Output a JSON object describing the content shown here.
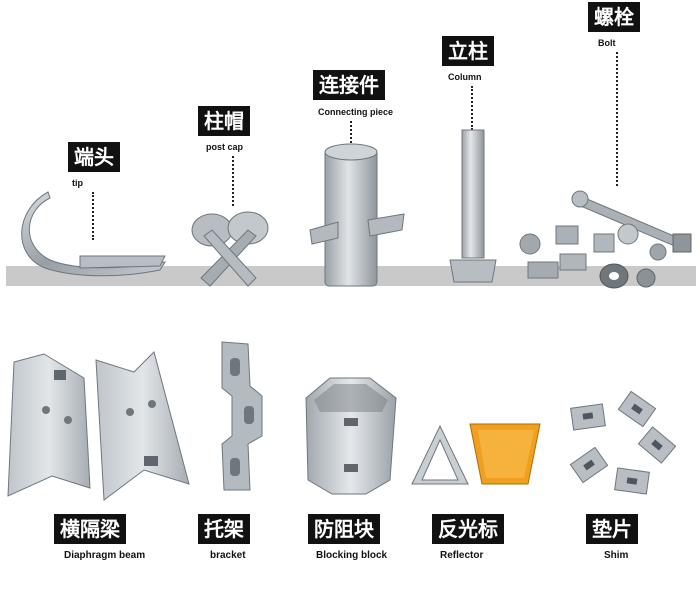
{
  "top_parts": [
    {
      "id": "tip",
      "zh": "端头",
      "en": "tip"
    },
    {
      "id": "post-cap",
      "zh": "柱帽",
      "en": "post cap"
    },
    {
      "id": "connecting-piece",
      "zh": "连接件",
      "en": "Connecting piece"
    },
    {
      "id": "column",
      "zh": "立柱",
      "en": "Column"
    },
    {
      "id": "bolt",
      "zh": "螺栓",
      "en": "Bolt"
    }
  ],
  "bottom_parts": [
    {
      "id": "diaphragm-beam",
      "zh": "横隔梁",
      "en": "Diaphragm beam"
    },
    {
      "id": "bracket",
      "zh": "托架",
      "en": "bracket"
    },
    {
      "id": "blocking-block",
      "zh": "防阻块",
      "en": "Blocking block"
    },
    {
      "id": "reflector",
      "zh": "反光标",
      "en": "Reflector"
    },
    {
      "id": "shim",
      "zh": "垫片",
      "en": "Shim"
    }
  ],
  "colors": {
    "label_bg": "#111111",
    "label_text": "#ffffff",
    "shelf": "#c9c9c9",
    "metal": "#a9b0b6",
    "reflector": "#f0a020"
  }
}
